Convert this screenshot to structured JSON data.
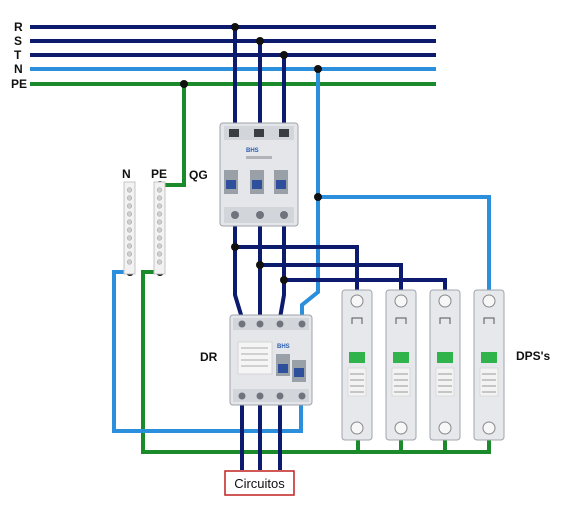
{
  "buses": [
    {
      "label": "R",
      "color": "#0d1b6e"
    },
    {
      "label": "S",
      "color": "#0d1b6e"
    },
    {
      "label": "T",
      "color": "#0d1b6e"
    },
    {
      "label": "N",
      "color": "#2b8fdc"
    },
    {
      "label": "PE",
      "color": "#1b8a2a"
    }
  ],
  "terminal_bars": {
    "n_label": "N",
    "pe_label": "PE"
  },
  "components": {
    "qg_label": "QG",
    "dr_label": "DR",
    "dps_label": "DPS's",
    "brand": "BHS",
    "circuit_box_label": "Circuitos"
  },
  "colors": {
    "phase": "#0d1b6e",
    "neutral": "#2b8fdc",
    "earth": "#1b8a2a",
    "device_body": "#e4e6ea",
    "indicator_green": "#2fb34a",
    "circuit_box_border": "#c0201e"
  },
  "dps_count": 4
}
